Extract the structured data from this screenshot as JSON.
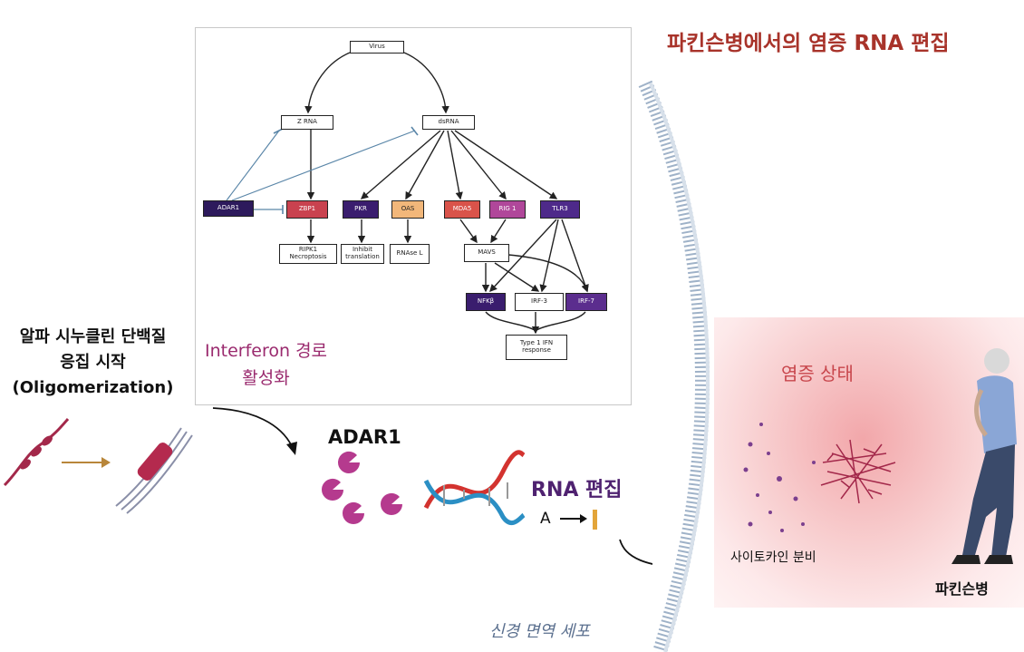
{
  "title": "파킨슨병에서의 염증 RNA 편집",
  "pathway": {
    "nodes": {
      "virus": "Virus",
      "zrna": "Z RNA",
      "dsrna": "dsRNA",
      "adar1": "ADAR1",
      "zbp1": "ZBP1",
      "pkr": "PKR",
      "oas": "OAS",
      "mda5": "MDA5",
      "rig1": "RIG 1",
      "tlr3": "TLR3",
      "ripk1": "RIPK1 Necroptosis",
      "inhibit": "Inhibit translation",
      "rnase": "RNAse L",
      "mavs": "MAVS",
      "nfkb": "NFKβ",
      "irf3": "IRF-3",
      "irf7": "IRF-7",
      "type1": "Type 1 IFN response"
    },
    "colors": {
      "adar1": "#2d1a5c",
      "zbp1": "#c9424f",
      "pkr": "#3a1d6e",
      "oas": "#f2b77a",
      "mda5": "#d9534a",
      "rig1": "#b0479a",
      "tlr3": "#4e2a8a",
      "nfkb": "#3a1d6e",
      "irf7": "#5b2d8e"
    }
  },
  "labels": {
    "interferon_line1": "Interferon 경로",
    "interferon_line2": "활성화",
    "left_line1": "알파 시누클린 단백질",
    "left_line2": "응집 시작",
    "left_line3": "(Oligomerization)",
    "adar1": "ADAR1",
    "rna_editing": "RNA 편집",
    "a_base": "A",
    "inflammation": "염증 상태",
    "cytokine": "사이토카인 분비",
    "parkinson": "파킨슨병",
    "neuroimmune": "신경 면역 세포"
  },
  "accent_colors": {
    "title": "#a8332a",
    "interferon": "#9a2a6e",
    "rna_editing": "#4f2270",
    "inflammation": "#c8464c",
    "adar_protein": "#b53a8e",
    "neuro": "#5a6f8e"
  }
}
